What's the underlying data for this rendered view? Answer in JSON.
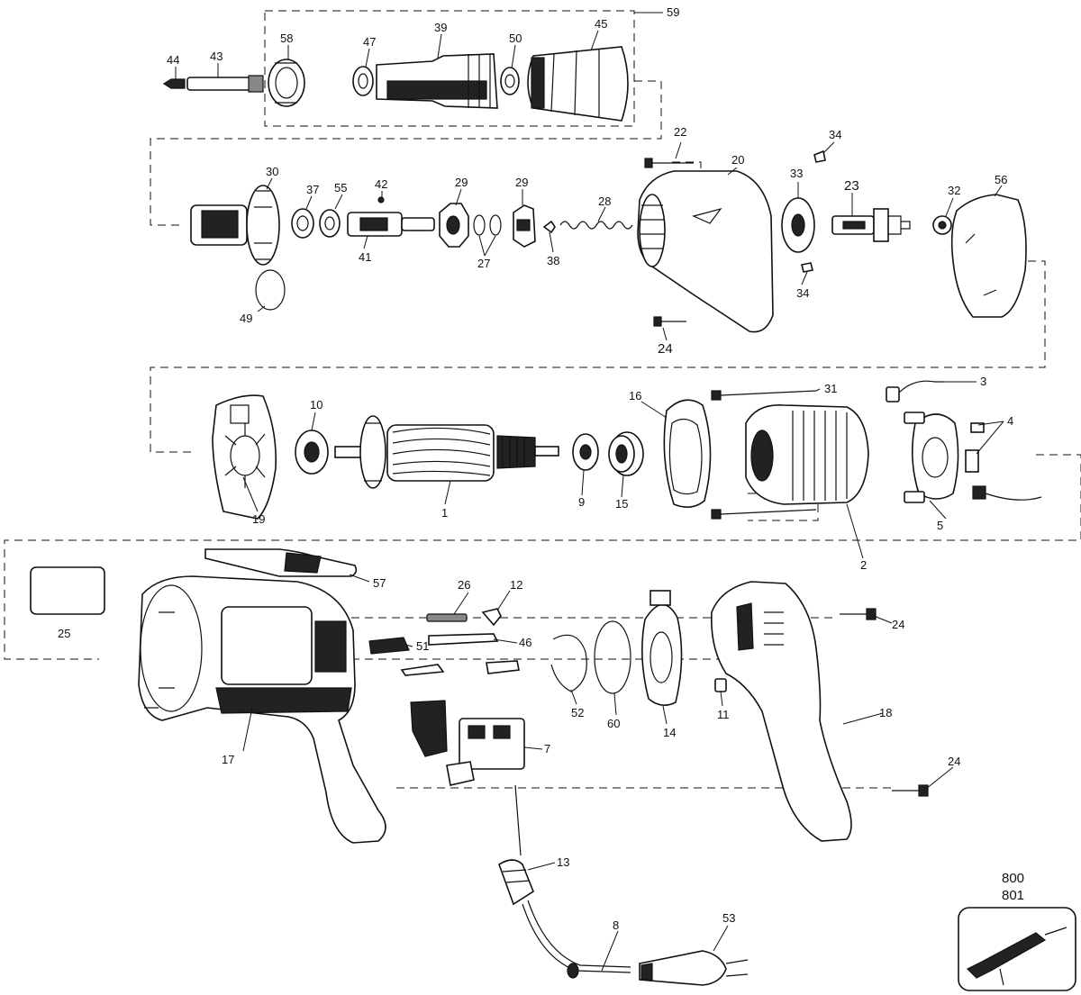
{
  "callouts": [
    "1",
    "2",
    "3",
    "4",
    "5",
    "7",
    "8",
    "9",
    "10",
    "11",
    "12",
    "13",
    "14",
    "15",
    "16",
    "17",
    "18",
    "19",
    "20",
    "22",
    "23",
    "24",
    "25",
    "26",
    "27",
    "28",
    "29",
    "30",
    "31",
    "32",
    "33",
    "34",
    "37",
    "38",
    "39",
    "41",
    "42",
    "43",
    "44",
    "45",
    "46",
    "47",
    "49",
    "50",
    "51",
    "52",
    "53",
    "55",
    "56",
    "57",
    "58",
    "59",
    "60"
  ],
  "accessory": {
    "line1": "800",
    "line2": "801"
  }
}
